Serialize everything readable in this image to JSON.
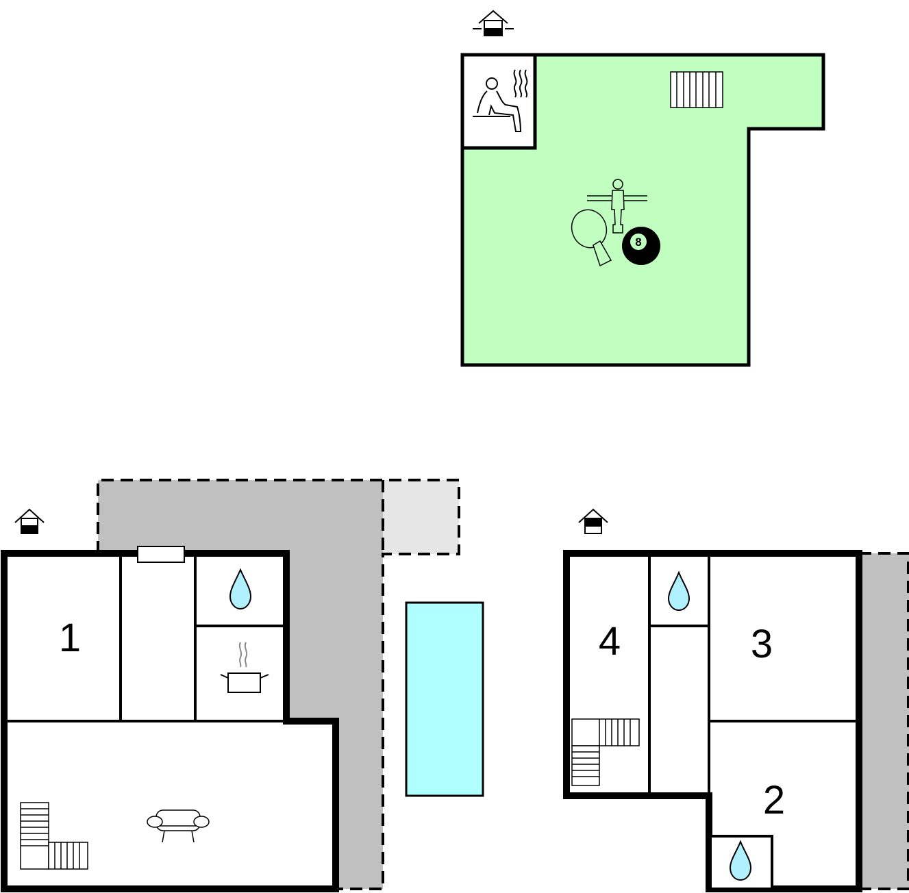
{
  "colors": {
    "upper_floor_fill": "#c0ffc0",
    "terrace_fill": "#c0c0c0",
    "terrace_light_fill": "#e6e6e6",
    "pool_fill": "#b0ffff",
    "water_drop_fill": "#b0f0ff",
    "wall": "#000000"
  },
  "icons": [
    "house-level-icon",
    "sauna-icon",
    "stairs-icon",
    "table-football-icon",
    "table-tennis-icon",
    "billiard-ball-icon",
    "water-drop-icon",
    "cooking-pot-icon",
    "sofa-icon"
  ],
  "rooms": {
    "room_1": "1",
    "room_2": "2",
    "room_3": "3",
    "room_4": "4"
  },
  "billiard_ball_label": "8"
}
